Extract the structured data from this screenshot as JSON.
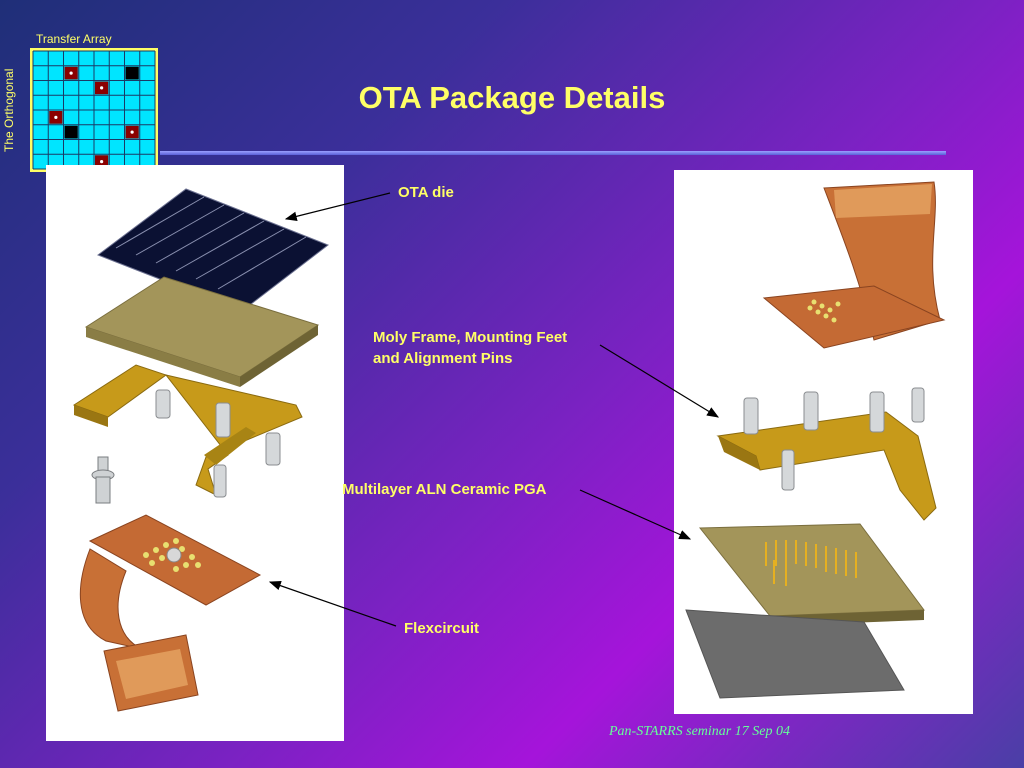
{
  "logo": {
    "caption": "Transfer Array",
    "side_text": "The Orthogonal"
  },
  "slide": {
    "title": "OTA Package Details"
  },
  "labels": {
    "die": "OTA die",
    "moly_line1": "Moly Frame, Mounting Feet",
    "moly_line2": "and Alignment Pins",
    "pga": "Multilayer ALN Ceramic PGA",
    "flex": "Flexcircuit"
  },
  "footer": {
    "text": "Pan-STARRS seminar 17 Sep 04"
  },
  "colors": {
    "title": "#ffff66",
    "label": "#ffff66",
    "footer": "#66ff99",
    "grid_cell": "#00e5ff",
    "grid_dark": "#000000",
    "grid_red": "#8b0000",
    "copper": "#c8703a",
    "moly": "#c79a1a",
    "die": "#0a1030"
  }
}
